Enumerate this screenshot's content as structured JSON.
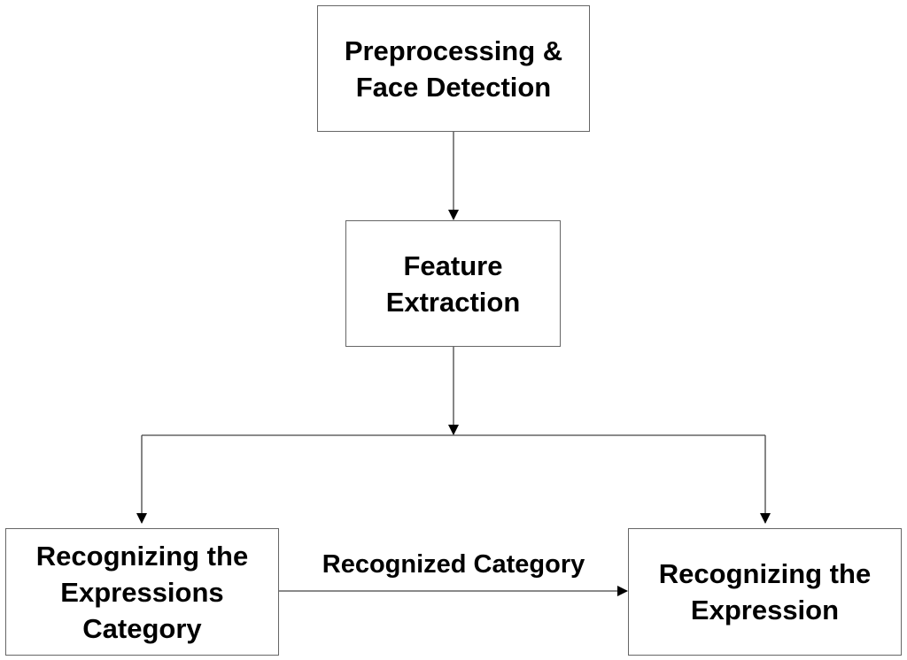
{
  "diagram": {
    "nodes": {
      "preprocessing": "Preprocessing &\nFace Detection",
      "feature_extraction": "Feature\nExtraction",
      "expressions_category": "Recognizing the\nExpressions\nCategory",
      "expression": "Recognizing the\nExpression"
    },
    "edge_labels": {
      "category_to_expression": "Recognized Category"
    },
    "colors": {
      "stroke": "#666666",
      "arrow": "#000000",
      "text": "#000000",
      "background": "#ffffff"
    }
  }
}
